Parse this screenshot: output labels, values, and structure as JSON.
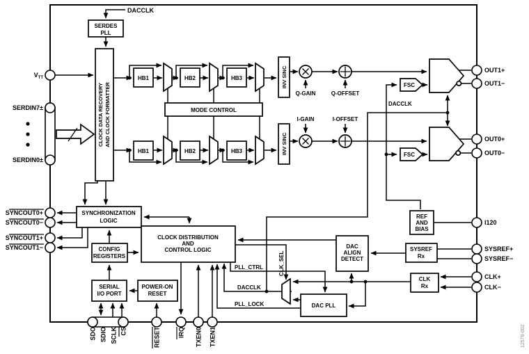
{
  "figure_number": "12578-002",
  "signals": {
    "dacclk": "DACCLK",
    "q_gain": "Q-GAIN",
    "q_offset": "Q-OFFSET",
    "i_gain": "I-GAIN",
    "i_offset": "I-OFFSET",
    "pll_ctrl": "PLL_CTRL",
    "pll_lock": "PLL_LOCK",
    "clk_sel": "CLK_SEL"
  },
  "blocks": {
    "serdes_pll": [
      "SERDES",
      "PLL"
    ],
    "cdr": [
      "CLOCK DATA RECOVERY",
      "AND CLOCK FORMATTER"
    ],
    "hb": [
      "HB1",
      "HB2",
      "HB3"
    ],
    "mode_control": "MODE CONTROL",
    "inv_sinc": "INV SINC",
    "fsc": "FSC",
    "sync_logic": [
      "SYNCHRONIZATION",
      "LOGIC"
    ],
    "config_registers": [
      "CONFIG",
      "REGISTERS"
    ],
    "clock_dist": [
      "CLOCK DISTRIBUTION",
      "AND",
      "CONTROL LOGIC"
    ],
    "serial_io": [
      "SERIAL",
      "I/O PORT"
    ],
    "power_on_reset": [
      "POWER-ON",
      "RESET"
    ],
    "dac_align": [
      "DAC",
      "ALIGN",
      "DETECT"
    ],
    "dac_pll": "DAC PLL",
    "ref_bias": [
      "REF",
      "AND",
      "BIAS"
    ],
    "sysref_rx": [
      "SYSREF",
      "Rx"
    ],
    "clk_rx": [
      "CLK",
      "Rx"
    ]
  },
  "pins": {
    "vtt": {
      "main": "V",
      "sub": "TT"
    },
    "serdin7": "SERDIN7±",
    "serdin0": "SERDIN0±",
    "syncout": [
      "SYNCOUT0+",
      "SYNCOUT0−",
      "SYNCOUT1+",
      "SYNCOUT1−"
    ],
    "sdo": "SDO",
    "sdio": "SDIO",
    "sclk": "SCLK",
    "cs": "CS",
    "reset": "RESET",
    "irq": "IRQ",
    "txen0": "TXEN0",
    "txen1": "TXEN1",
    "out1p": "OUT1+",
    "out1n": "OUT1−",
    "out0p": "OUT0+",
    "out0n": "OUT0−",
    "i120": "I120",
    "sysref_p": "SYSREF+",
    "sysref_n": "SYSREF−",
    "clk_p": "CLK+",
    "clk_n": "CLK−"
  }
}
